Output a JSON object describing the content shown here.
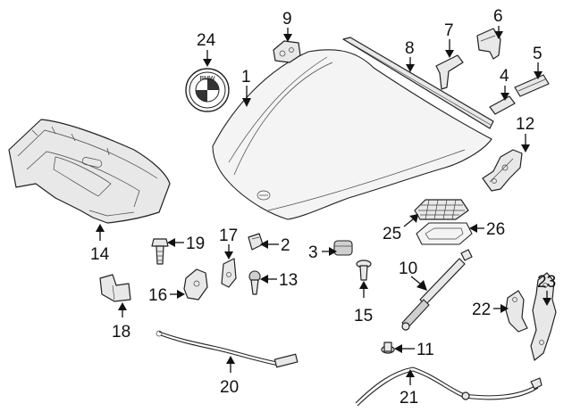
{
  "diagram": {
    "parts": [
      {
        "id": "1",
        "label": "1"
      },
      {
        "id": "2",
        "label": "2"
      },
      {
        "id": "3",
        "label": "3"
      },
      {
        "id": "4",
        "label": "4"
      },
      {
        "id": "5",
        "label": "5"
      },
      {
        "id": "6",
        "label": "6"
      },
      {
        "id": "7",
        "label": "7"
      },
      {
        "id": "8",
        "label": "8"
      },
      {
        "id": "9",
        "label": "9"
      },
      {
        "id": "10",
        "label": "10"
      },
      {
        "id": "11",
        "label": "11"
      },
      {
        "id": "12",
        "label": "12"
      },
      {
        "id": "13",
        "label": "13"
      },
      {
        "id": "14",
        "label": "14"
      },
      {
        "id": "15",
        "label": "15"
      },
      {
        "id": "16",
        "label": "16"
      },
      {
        "id": "17",
        "label": "17"
      },
      {
        "id": "18",
        "label": "18"
      },
      {
        "id": "19",
        "label": "19"
      },
      {
        "id": "20",
        "label": "20"
      },
      {
        "id": "21",
        "label": "21"
      },
      {
        "id": "22",
        "label": "22"
      },
      {
        "id": "23",
        "label": "23"
      },
      {
        "id": "24",
        "label": "24"
      },
      {
        "id": "25",
        "label": "25"
      },
      {
        "id": "26",
        "label": "26"
      }
    ],
    "emblem_text": "BMW"
  }
}
